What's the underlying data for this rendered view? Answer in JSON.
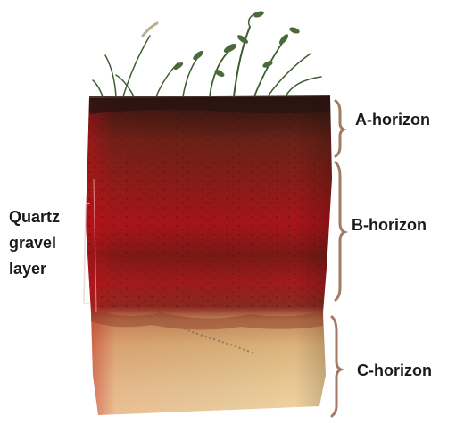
{
  "labels": {
    "a_horizon": "A-horizon",
    "b_horizon": "B-horizon",
    "c_horizon": "C-horizon",
    "quartz": [
      "Quartz",
      "gravel",
      "layer"
    ]
  },
  "colors": {
    "topsoil": "#3a1a12",
    "b_red": "#a8141a",
    "b_dark": "#5a1e14",
    "c_tan": "#dcb27a",
    "c_light": "#f0d4a4",
    "brace": "#a37a64",
    "grass": "#4a6a3a"
  }
}
